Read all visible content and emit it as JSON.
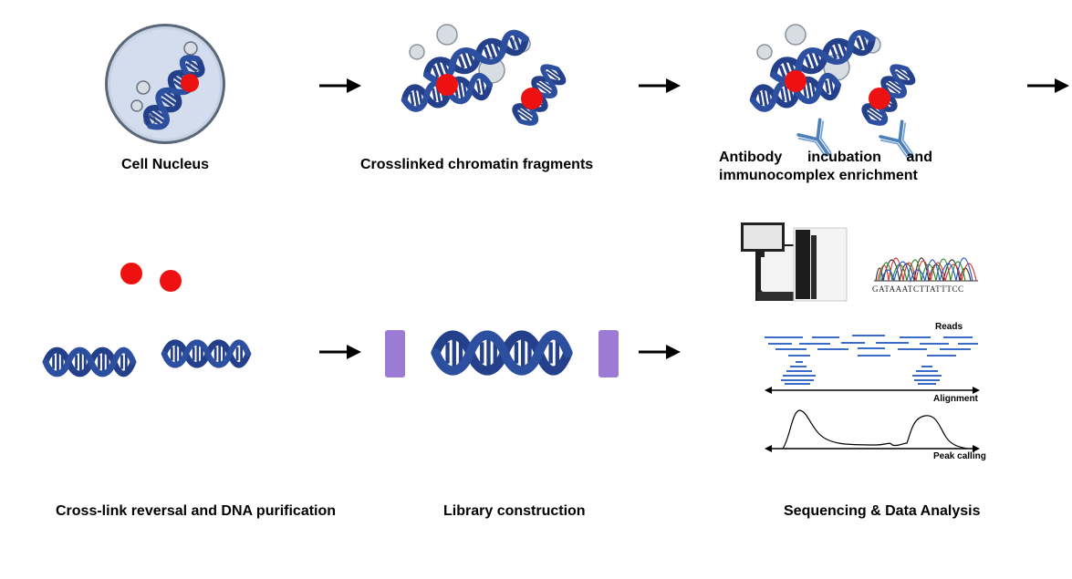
{
  "steps": {
    "cell_nucleus": "Cell Nucleus",
    "crosslinked": "Crosslinked chromatin fragments",
    "antibody_line1_a": "Antibody",
    "antibody_line1_b": "incubation",
    "antibody_line1_c": "and",
    "antibody_line2": "immunocomplex enrichment",
    "reversal": "Cross-link reversal and DNA purification",
    "library": "Library construction",
    "sequencing": "Sequencing & Data Analysis"
  },
  "analysis": {
    "sequence": "GATAAATCTTATTTCC",
    "reads_label": "Reads",
    "alignment_label": "Alignment",
    "peak_label": "Peak calling"
  },
  "colors": {
    "dna": "#243f87",
    "dna_light": "#2c4fa0",
    "histone": "#c9d6e6",
    "protein": "#ee1111",
    "antibody": "#4d7fb8",
    "adapter": "#9b7bd3",
    "reads": "#3a6bc6"
  },
  "icons": [
    "arrow-right-icon",
    "dna-helix-icon",
    "antibody-icon",
    "histone-icon",
    "sequencer-icon",
    "chromatogram-icon"
  ]
}
